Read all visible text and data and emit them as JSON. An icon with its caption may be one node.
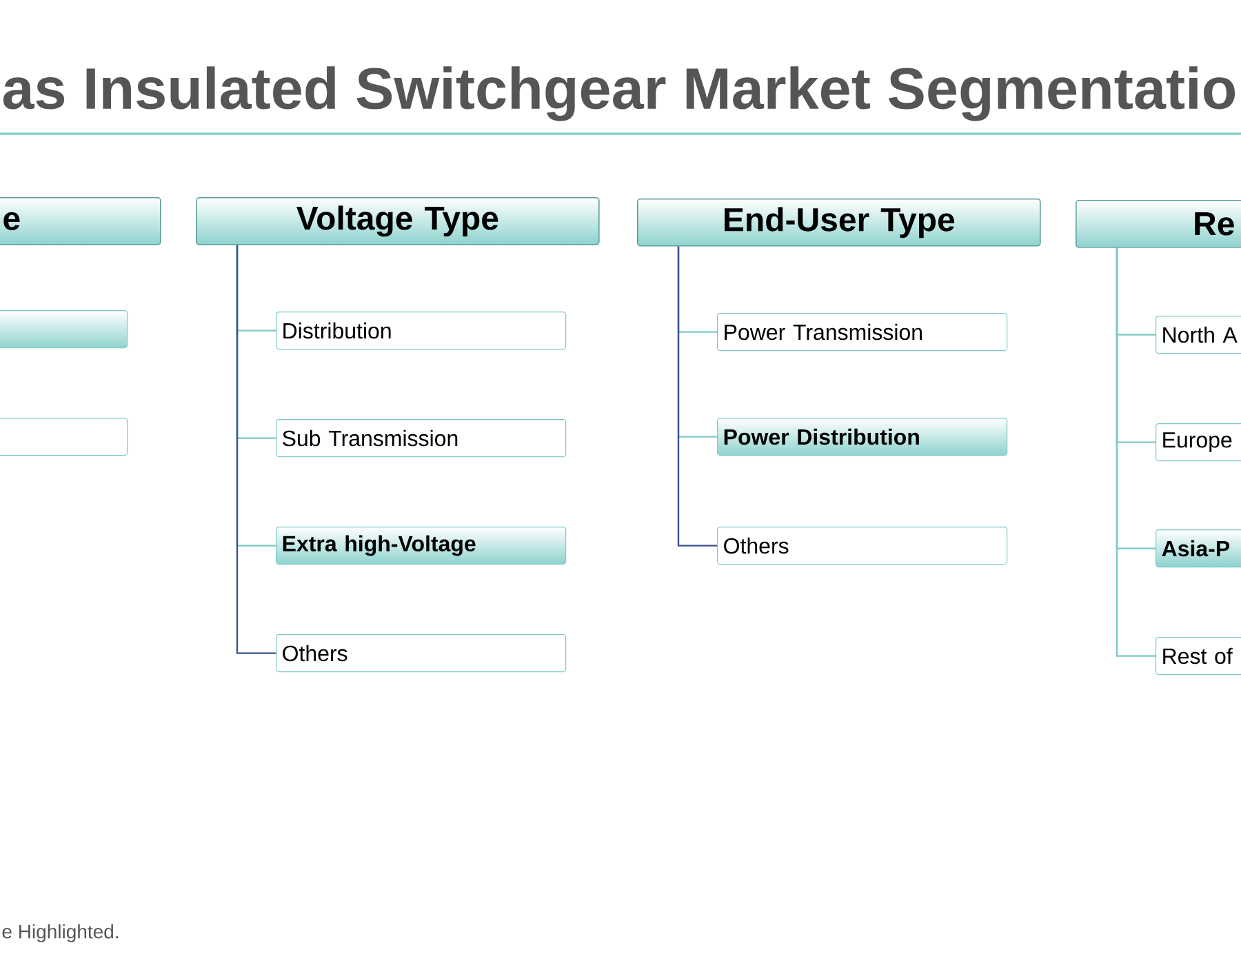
{
  "diagram": {
    "title": "as Insulated Switchgear Market Segmentatio",
    "nodes": [
      {
        "text": [
          "e"
        ]
      },
      {
        "text": [],
        "shape": "box"
      },
      {
        "text": [],
        "shape": "box"
      },
      {
        "text": [
          "Voltage Type"
        ]
      },
      {
        "text": [
          "Distribution"
        ]
      },
      {
        "text": [
          "Sub Transmission"
        ]
      },
      {
        "text": [
          "Extra high-Voltage"
        ]
      },
      {
        "text": [
          "Others"
        ]
      },
      {
        "text": [
          "End-User Type"
        ]
      },
      {
        "text": [
          "Power Transmission"
        ]
      },
      {
        "text": [
          "Power Distribution"
        ]
      },
      {
        "text": [
          "Others"
        ]
      },
      {
        "text": [
          "Re"
        ]
      },
      {
        "text": [
          "North A"
        ]
      },
      {
        "text": [
          "Europe"
        ]
      },
      {
        "text": [
          "Asia-P"
        ]
      },
      {
        "text": [
          "Rest of"
        ]
      }
    ],
    "edges": [
      {
        "from": 3,
        "to": 4,
        "arrow": "none"
      },
      {
        "from": 3,
        "to": 5,
        "arrow": "none"
      },
      {
        "from": 3,
        "to": 6,
        "arrow": "none"
      },
      {
        "from": 3,
        "to": 7,
        "arrow": "none",
        "color": "#3b5190"
      },
      {
        "from": 8,
        "to": 9,
        "arrow": "none"
      },
      {
        "from": 8,
        "to": 10,
        "arrow": "none"
      },
      {
        "from": 8,
        "to": 11,
        "arrow": "none",
        "color": "#3b5190"
      },
      {
        "from": 12,
        "to": 13,
        "arrow": "none"
      },
      {
        "from": 12,
        "to": 14,
        "arrow": "none"
      },
      {
        "from": 12,
        "to": 15,
        "arrow": "none"
      },
      {
        "from": 12,
        "to": 16,
        "arrow": "none"
      }
    ],
    "labels": [
      "e Highlighted."
    ]
  }
}
